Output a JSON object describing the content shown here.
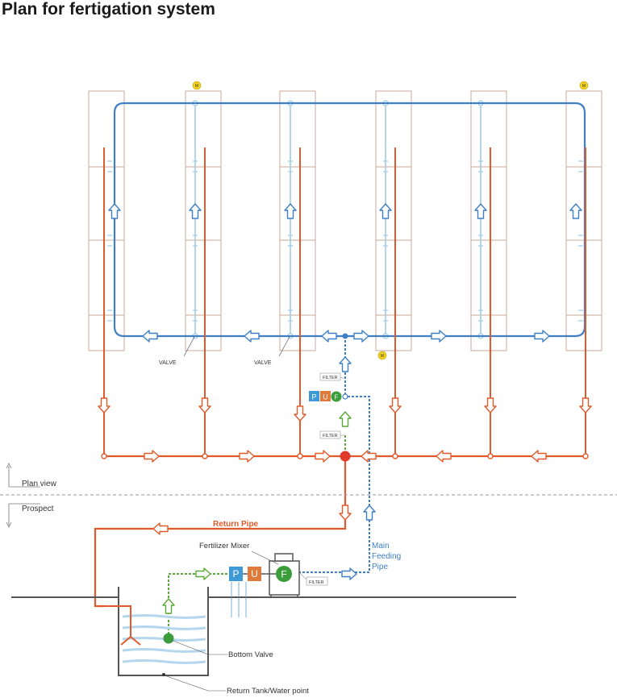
{
  "title": "Plan for fertigation system",
  "views": {
    "plan": "Plan view",
    "prospect": "Prospect"
  },
  "labels": {
    "valve": "VALVE",
    "filter": "FILTER",
    "return_pipe": "Return Pipe",
    "main_feeding_pipe": [
      "Main",
      "Feeding",
      "Pipe"
    ],
    "fertilizer_mixer": "Fertilizer Mixer",
    "bottom_valve": "Bottom Valve",
    "return_tank": "Return Tank/Water point",
    "meter": "M",
    "pump": "P",
    "uv": "U",
    "fertilizer": "F"
  },
  "colors": {
    "return": "#e05a2b",
    "feed": "#3f7fc5",
    "feed_light": "#9fcbe8",
    "fresh": "#5aa83a",
    "bed": "#c9a99a",
    "pump": "#3d9ad6",
    "uv": "#e07a3a",
    "fert": "#3a9c3a",
    "meter": "#f2d21b",
    "ground": "#555555",
    "water": "#b5d7ee"
  }
}
